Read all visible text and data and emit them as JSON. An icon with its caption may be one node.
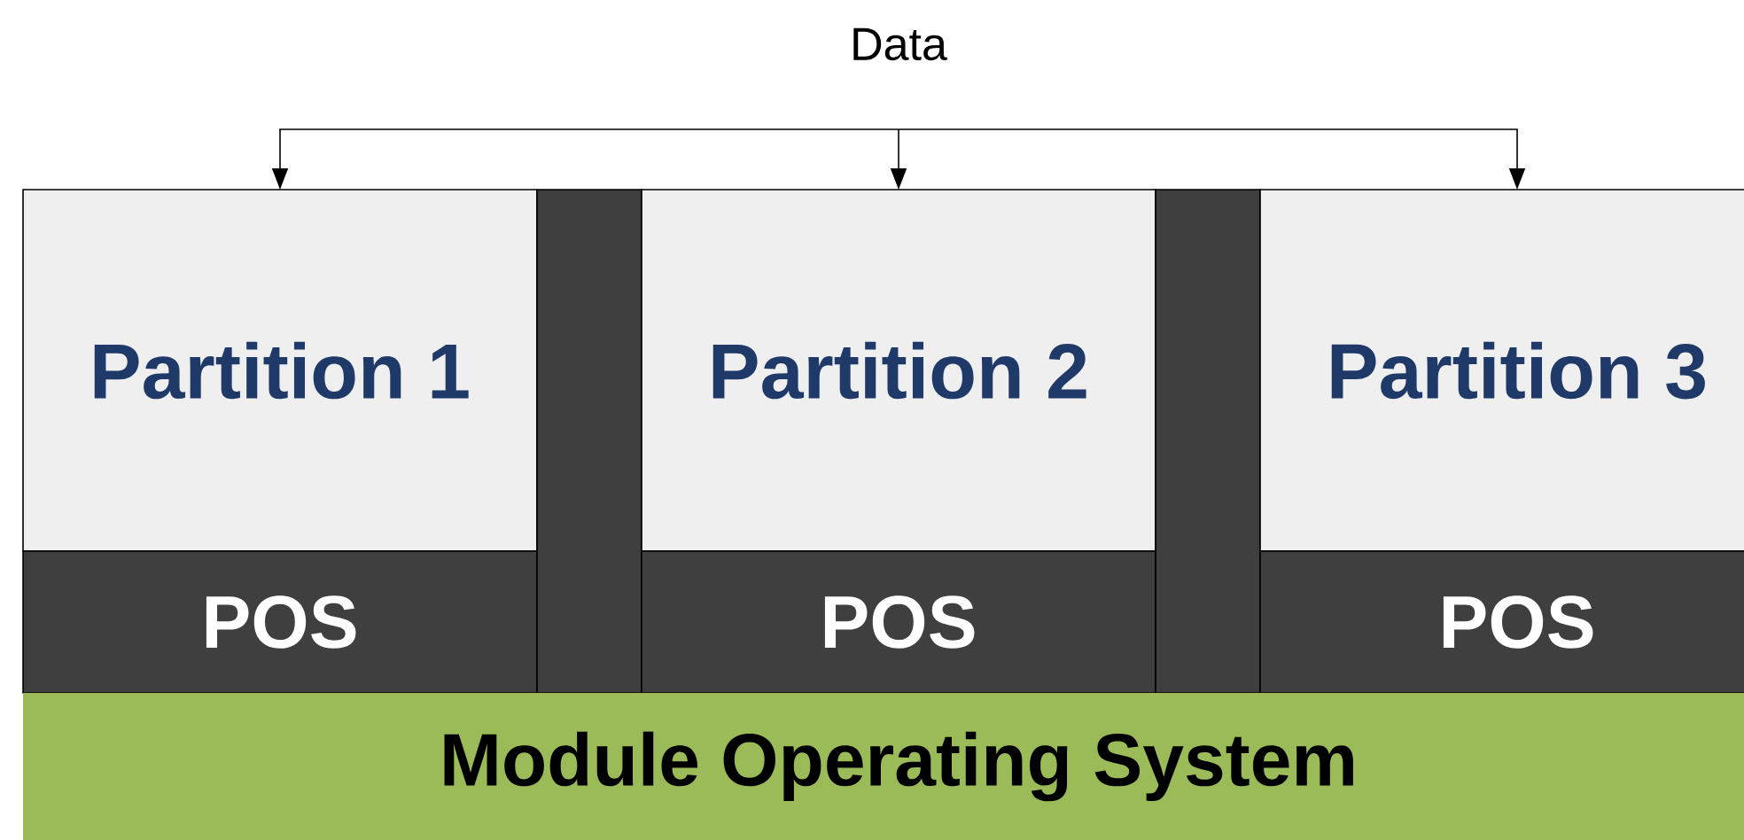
{
  "diagram": {
    "nodes": [
      {
        "text": [
          "Partition 1"
        ]
      },
      {
        "text": [
          "POS"
        ]
      },
      {
        "text": [],
        "shape": "bar"
      },
      {
        "text": [
          "Partition 2"
        ]
      },
      {
        "text": [
          "POS"
        ]
      },
      {
        "text": [],
        "shape": "bar"
      },
      {
        "text": [
          "Partition 3"
        ]
      },
      {
        "text": [
          "POS"
        ]
      },
      {
        "text": [
          "Module Operating System"
        ]
      }
    ],
    "edges": [
      {
        "from": null,
        "to": 0,
        "arrow": "to"
      },
      {
        "from": null,
        "to": 3,
        "arrow": "to"
      },
      {
        "from": null,
        "to": 6,
        "arrow": "to"
      }
    ],
    "labels": [
      "Data"
    ]
  }
}
